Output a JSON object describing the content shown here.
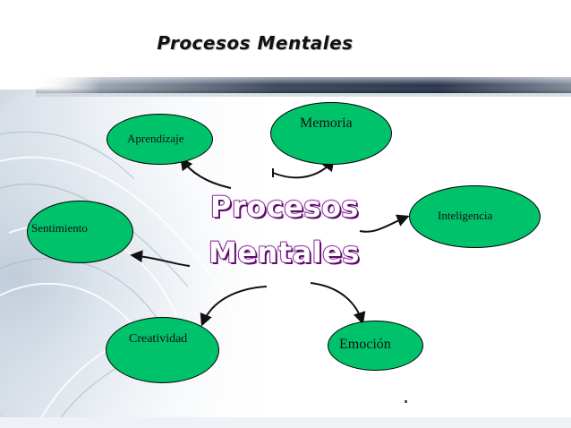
{
  "slide": {
    "title": "Procesos Mentales",
    "center_line1": "Procesos",
    "center_line2": "Mentales"
  },
  "nodes": {
    "aprendizaje": "Aprendizaje",
    "memoria": "Memoria",
    "sentimiento": "Sentimiento",
    "inteligencia": "Inteligencia",
    "creatividad": "Creatividad",
    "emocion": "Emoción"
  },
  "colors": {
    "node_fill": "#00c26b",
    "node_border": "#000000",
    "center_text_fill": "#ffffff",
    "center_text_outline": "#7a0d8c",
    "arrow": "#111111"
  }
}
